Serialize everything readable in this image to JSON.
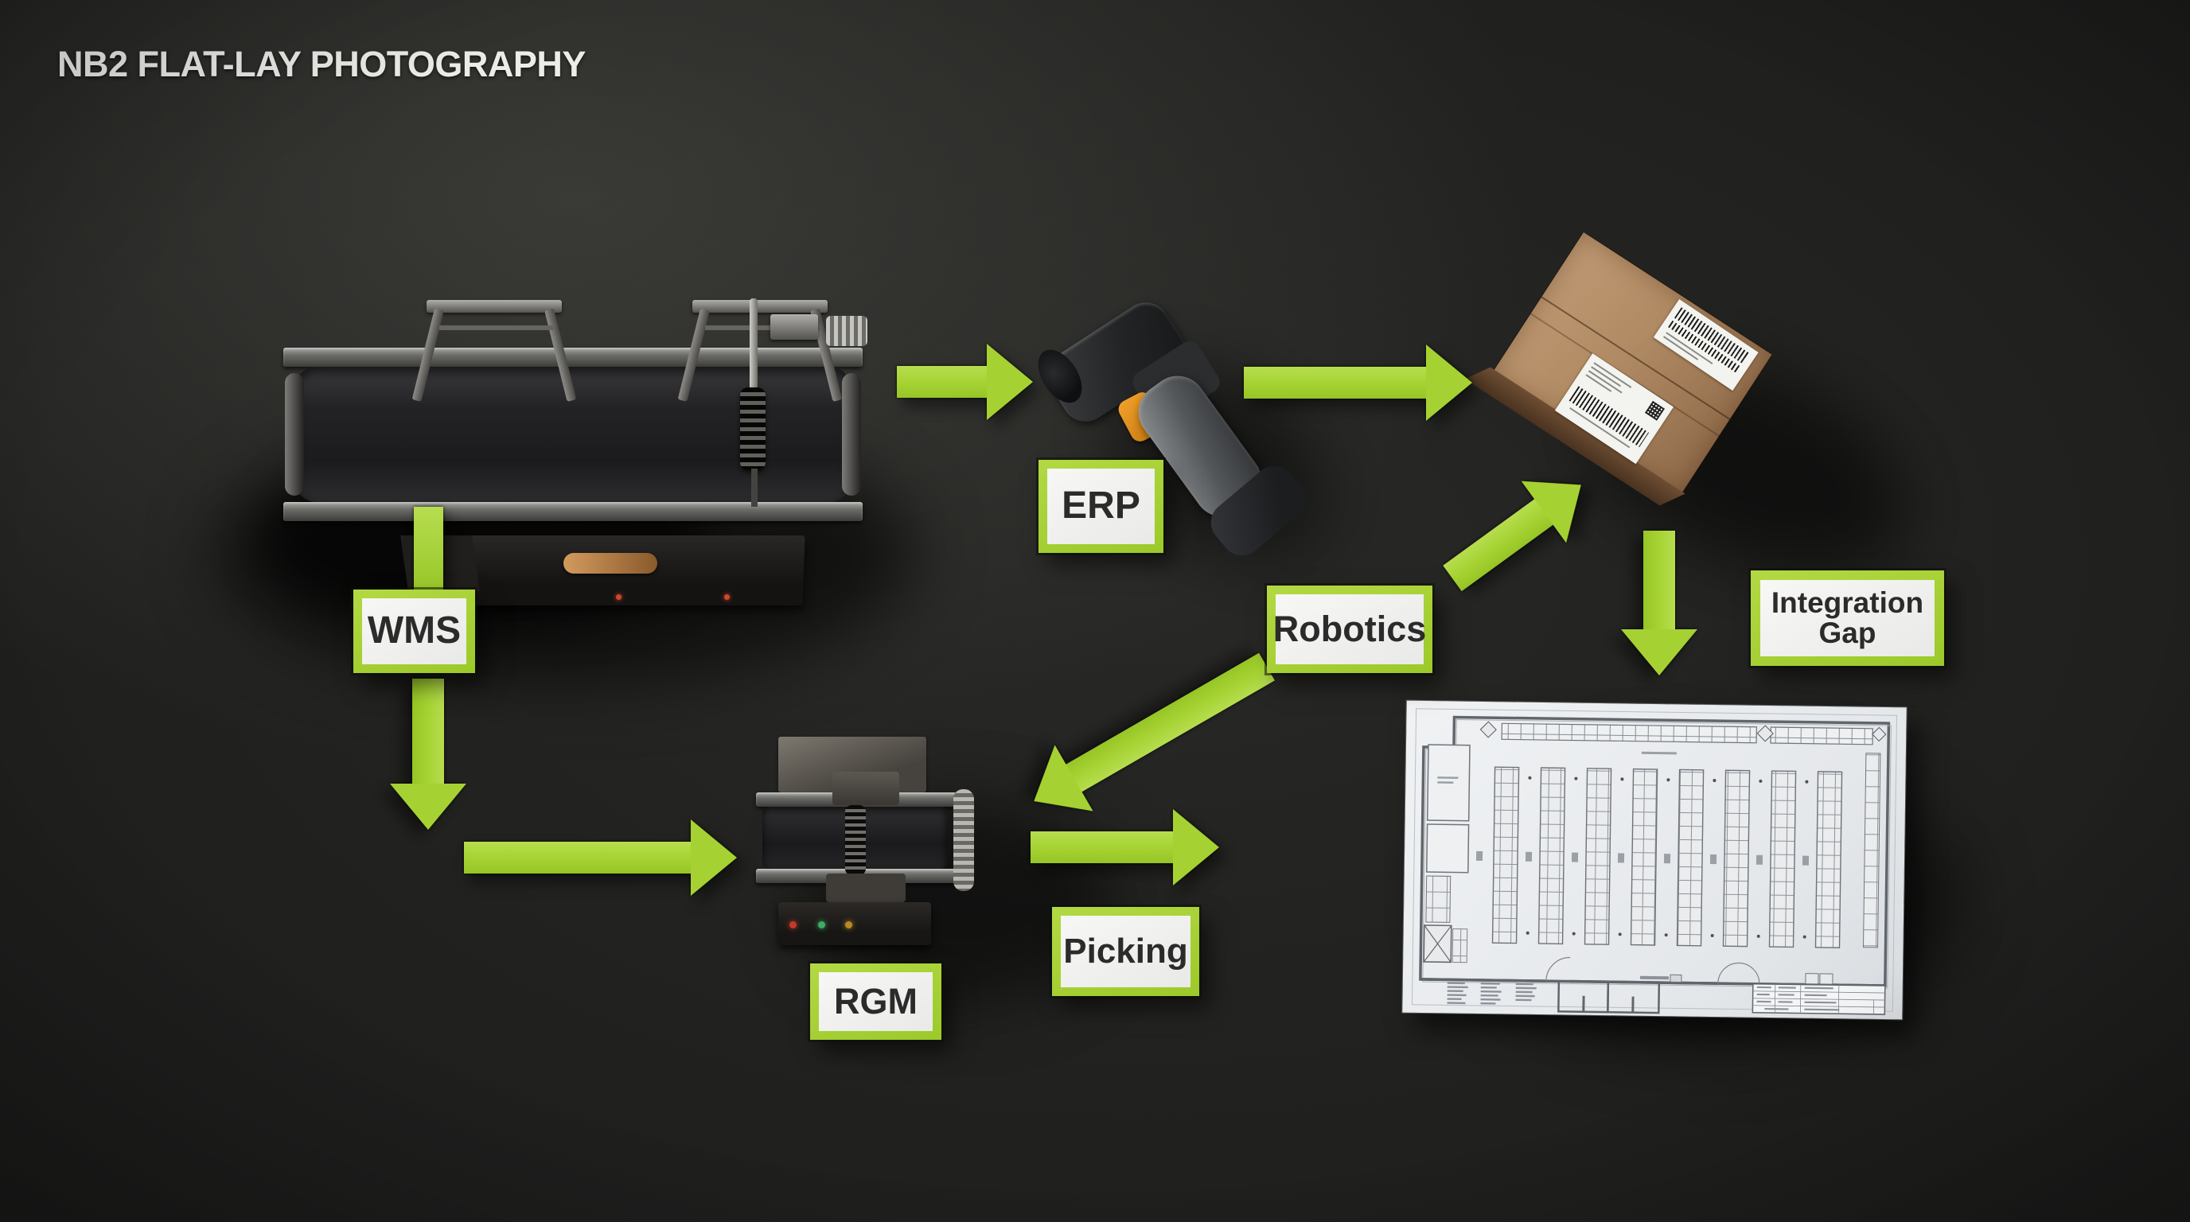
{
  "title": "NB2 FLAT-LAY PHOTOGRAPHY",
  "labels": {
    "wms": "WMS",
    "erp": "ERP",
    "robotics": "Robotics",
    "integration_gap": [
      "Integration",
      "Gap"
    ],
    "rgm": "RGM",
    "picking": "Picking"
  },
  "colors": {
    "arrow_green": "#a5d232",
    "card_border_green": "#a2cf2e",
    "card_background": "#f5f5f3",
    "card_text": "#2b2b2b",
    "backdrop": "#1d1d1c",
    "cardboard": "#b08a63",
    "scanner_trigger_orange": "#e08f1e",
    "floor_plan_paper": "#edeff1"
  }
}
